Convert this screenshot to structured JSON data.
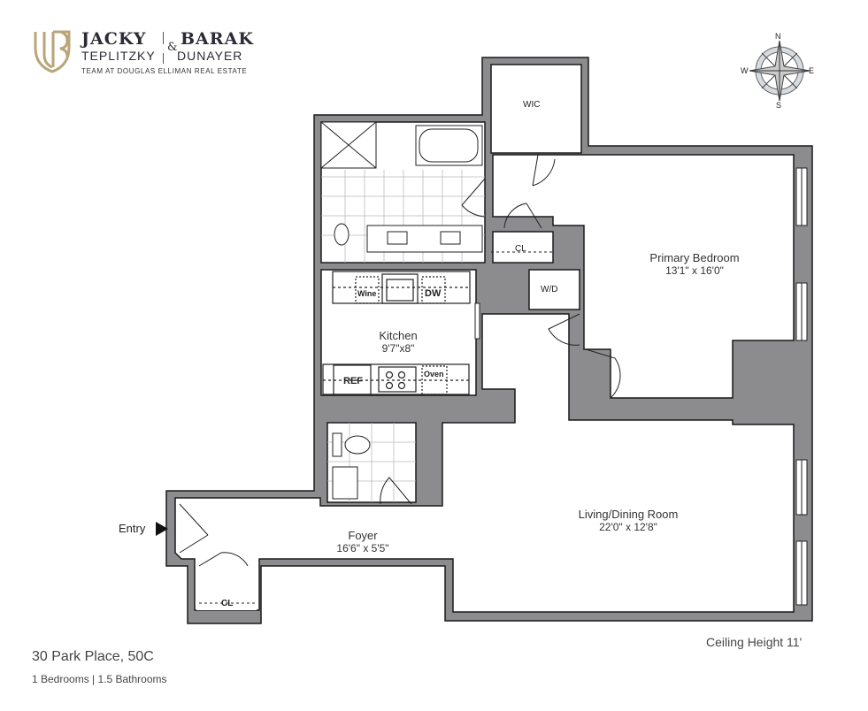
{
  "branding": {
    "name_left_top": "JACKY",
    "name_left_bottom": "TEPLITZKY",
    "ampersand": "&",
    "name_right_top": "BARAK",
    "name_right_bottom": "DUNAYER",
    "tagline": "TEAM AT DOUGLAS ELLIMAN REAL ESTATE",
    "logo_color": "#b9a57a"
  },
  "compass": {
    "n": "N",
    "e": "E",
    "s": "S",
    "w": "W"
  },
  "rooms": {
    "wic": "WIC",
    "closet_bedroom": "CL",
    "washer_dryer": "W/D",
    "primary_bedroom": {
      "name": "Primary Bedroom",
      "size": "13'1\" x 16'0\""
    },
    "kitchen": {
      "name": "Kitchen",
      "size": "9'7\"x8\"",
      "wine": "Wine",
      "dw": "DW",
      "ref": "REF",
      "oven": "Oven"
    },
    "living": {
      "name": "Living/Dining Room",
      "size": "22'0\" x 12'8\""
    },
    "foyer": {
      "name": "Foyer",
      "size": "16'6\" x 5'5\""
    },
    "closet_foyer": "CL",
    "entry": "Entry"
  },
  "footer": {
    "address": "30 Park Place, 50C",
    "details": "1 Bedrooms | 1.5 Bathrooms",
    "ceiling": "Ceiling Height 11'"
  },
  "colors": {
    "wall": "#8c8c8e",
    "line": "#1a1a1a"
  }
}
